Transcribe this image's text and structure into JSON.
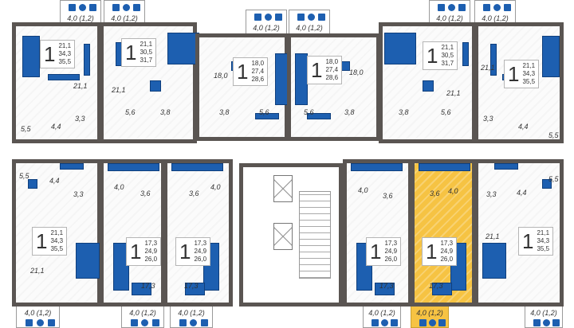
{
  "colors": {
    "wall": "#5a5552",
    "furniture": "#1d5fb0",
    "highlight": "#f6c343"
  },
  "balcony_label": "4,0 (1,2)",
  "apartments": [
    {
      "id": "a1",
      "rooms": "1",
      "areas": [
        "21,1",
        "34,3",
        "35,5"
      ],
      "room_labels": [
        "21,1",
        "5,5",
        "4,4",
        "3,3"
      ],
      "balconies": [
        "4,0 (1,2)"
      ],
      "highlighted": false
    },
    {
      "id": "a2",
      "rooms": "1",
      "areas": [
        "21,1",
        "30,5",
        "31,7"
      ],
      "room_labels": [
        "21,1",
        "5,6",
        "3,8"
      ],
      "balconies": [
        "4,0 (1,2)"
      ],
      "highlighted": false
    },
    {
      "id": "a3",
      "rooms": "1",
      "areas": [
        "18,0",
        "27,4",
        "28,6"
      ],
      "room_labels": [
        "18,0",
        "3,8",
        "5,6"
      ],
      "balconies": [
        "4,0 (1,2)"
      ],
      "highlighted": false
    },
    {
      "id": "a4",
      "rooms": "1",
      "areas": [
        "18,0",
        "27,4",
        "28,6"
      ],
      "room_labels": [
        "18,0",
        "5,6",
        "3,8"
      ],
      "balconies": [
        "4,0 (1,2)"
      ],
      "highlighted": false
    },
    {
      "id": "a5",
      "rooms": "1",
      "areas": [
        "21,1",
        "30,5",
        "31,7"
      ],
      "room_labels": [
        "21,1",
        "5,6",
        "3,8"
      ],
      "balconies": [
        "4,0 (1,2)"
      ],
      "highlighted": false
    },
    {
      "id": "a6",
      "rooms": "1",
      "areas": [
        "21,1",
        "34,3",
        "35,5"
      ],
      "room_labels": [
        "21,1",
        "3,3",
        "4,4",
        "5,5"
      ],
      "balconies": [
        "4,0 (1,2)"
      ],
      "highlighted": false
    },
    {
      "id": "b1",
      "rooms": "1",
      "areas": [
        "21,1",
        "34,3",
        "35,5"
      ],
      "room_labels": [
        "5,5",
        "4,4",
        "3,3",
        "21,1"
      ],
      "balconies": [
        "4,0 (1,2)"
      ],
      "highlighted": false
    },
    {
      "id": "b2",
      "rooms": "1",
      "areas": [
        "17,3",
        "24,9",
        "26,0"
      ],
      "room_labels": [
        "4,0",
        "3,6",
        "17,3"
      ],
      "balconies": [
        "4,0 (1,2)"
      ],
      "highlighted": false
    },
    {
      "id": "b3",
      "rooms": "1",
      "areas": [
        "17,3",
        "24,9",
        "26,0"
      ],
      "room_labels": [
        "3,6",
        "4,0",
        "17,3"
      ],
      "balconies": [
        "4,0 (1,2)"
      ],
      "highlighted": false
    },
    {
      "id": "b4",
      "rooms": "1",
      "areas": [
        "17,3",
        "24,9",
        "26,0"
      ],
      "room_labels": [
        "4,0",
        "3,6",
        "17,3"
      ],
      "balconies": [
        "4,0 (1,2)"
      ],
      "highlighted": false
    },
    {
      "id": "b5",
      "rooms": "1",
      "areas": [
        "17,3",
        "24,9",
        "26,0"
      ],
      "room_labels": [
        "3,6",
        "4,0",
        "17,3"
      ],
      "balconies": [
        "4,0 (1,2)"
      ],
      "highlighted": true
    },
    {
      "id": "b6",
      "rooms": "1",
      "areas": [
        "21,1",
        "34,3",
        "35,5"
      ],
      "room_labels": [
        "3,3",
        "4,4",
        "5,5",
        "21,1"
      ],
      "balconies": [
        "4,0 (1,2)"
      ],
      "highlighted": false
    }
  ]
}
